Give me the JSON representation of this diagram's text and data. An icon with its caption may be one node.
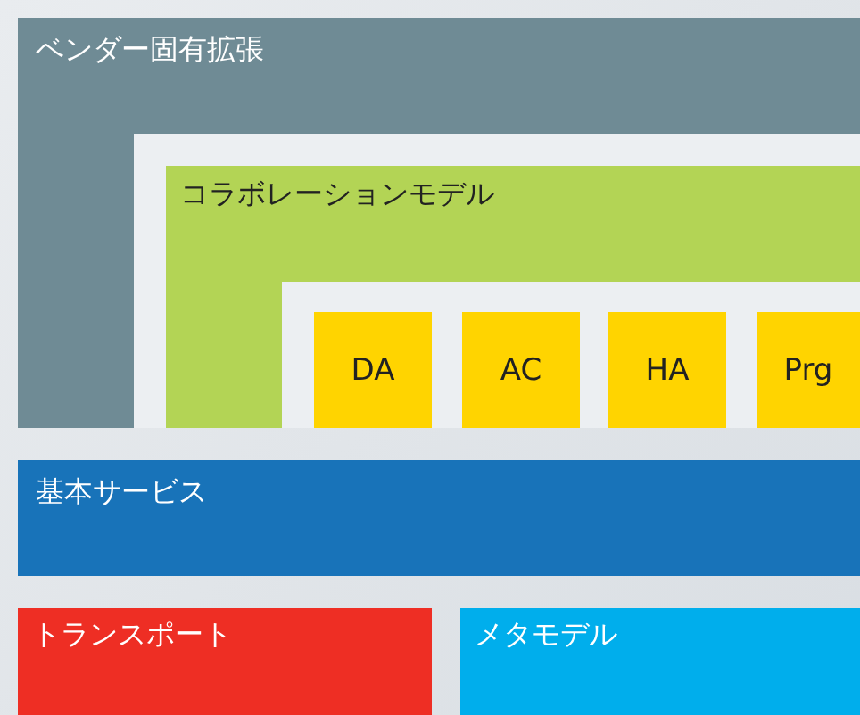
{
  "diagram": {
    "nodes": [
      {
        "text": [
          "ベンダー固有拡張"
        ]
      },
      {
        "text": [
          "コラボレーションモデル"
        ],
        "in": 0
      },
      {
        "text": [
          "DA"
        ],
        "in": 1
      },
      {
        "text": [
          "AC"
        ],
        "in": 1
      },
      {
        "text": [
          "HA"
        ],
        "in": 1
      },
      {
        "text": [
          "Prg"
        ],
        "in": 1
      },
      {
        "text": [
          "基本サービス"
        ]
      },
      {
        "text": [
          "トランスポート"
        ]
      },
      {
        "text": [
          "メタモデル"
        ]
      }
    ]
  }
}
